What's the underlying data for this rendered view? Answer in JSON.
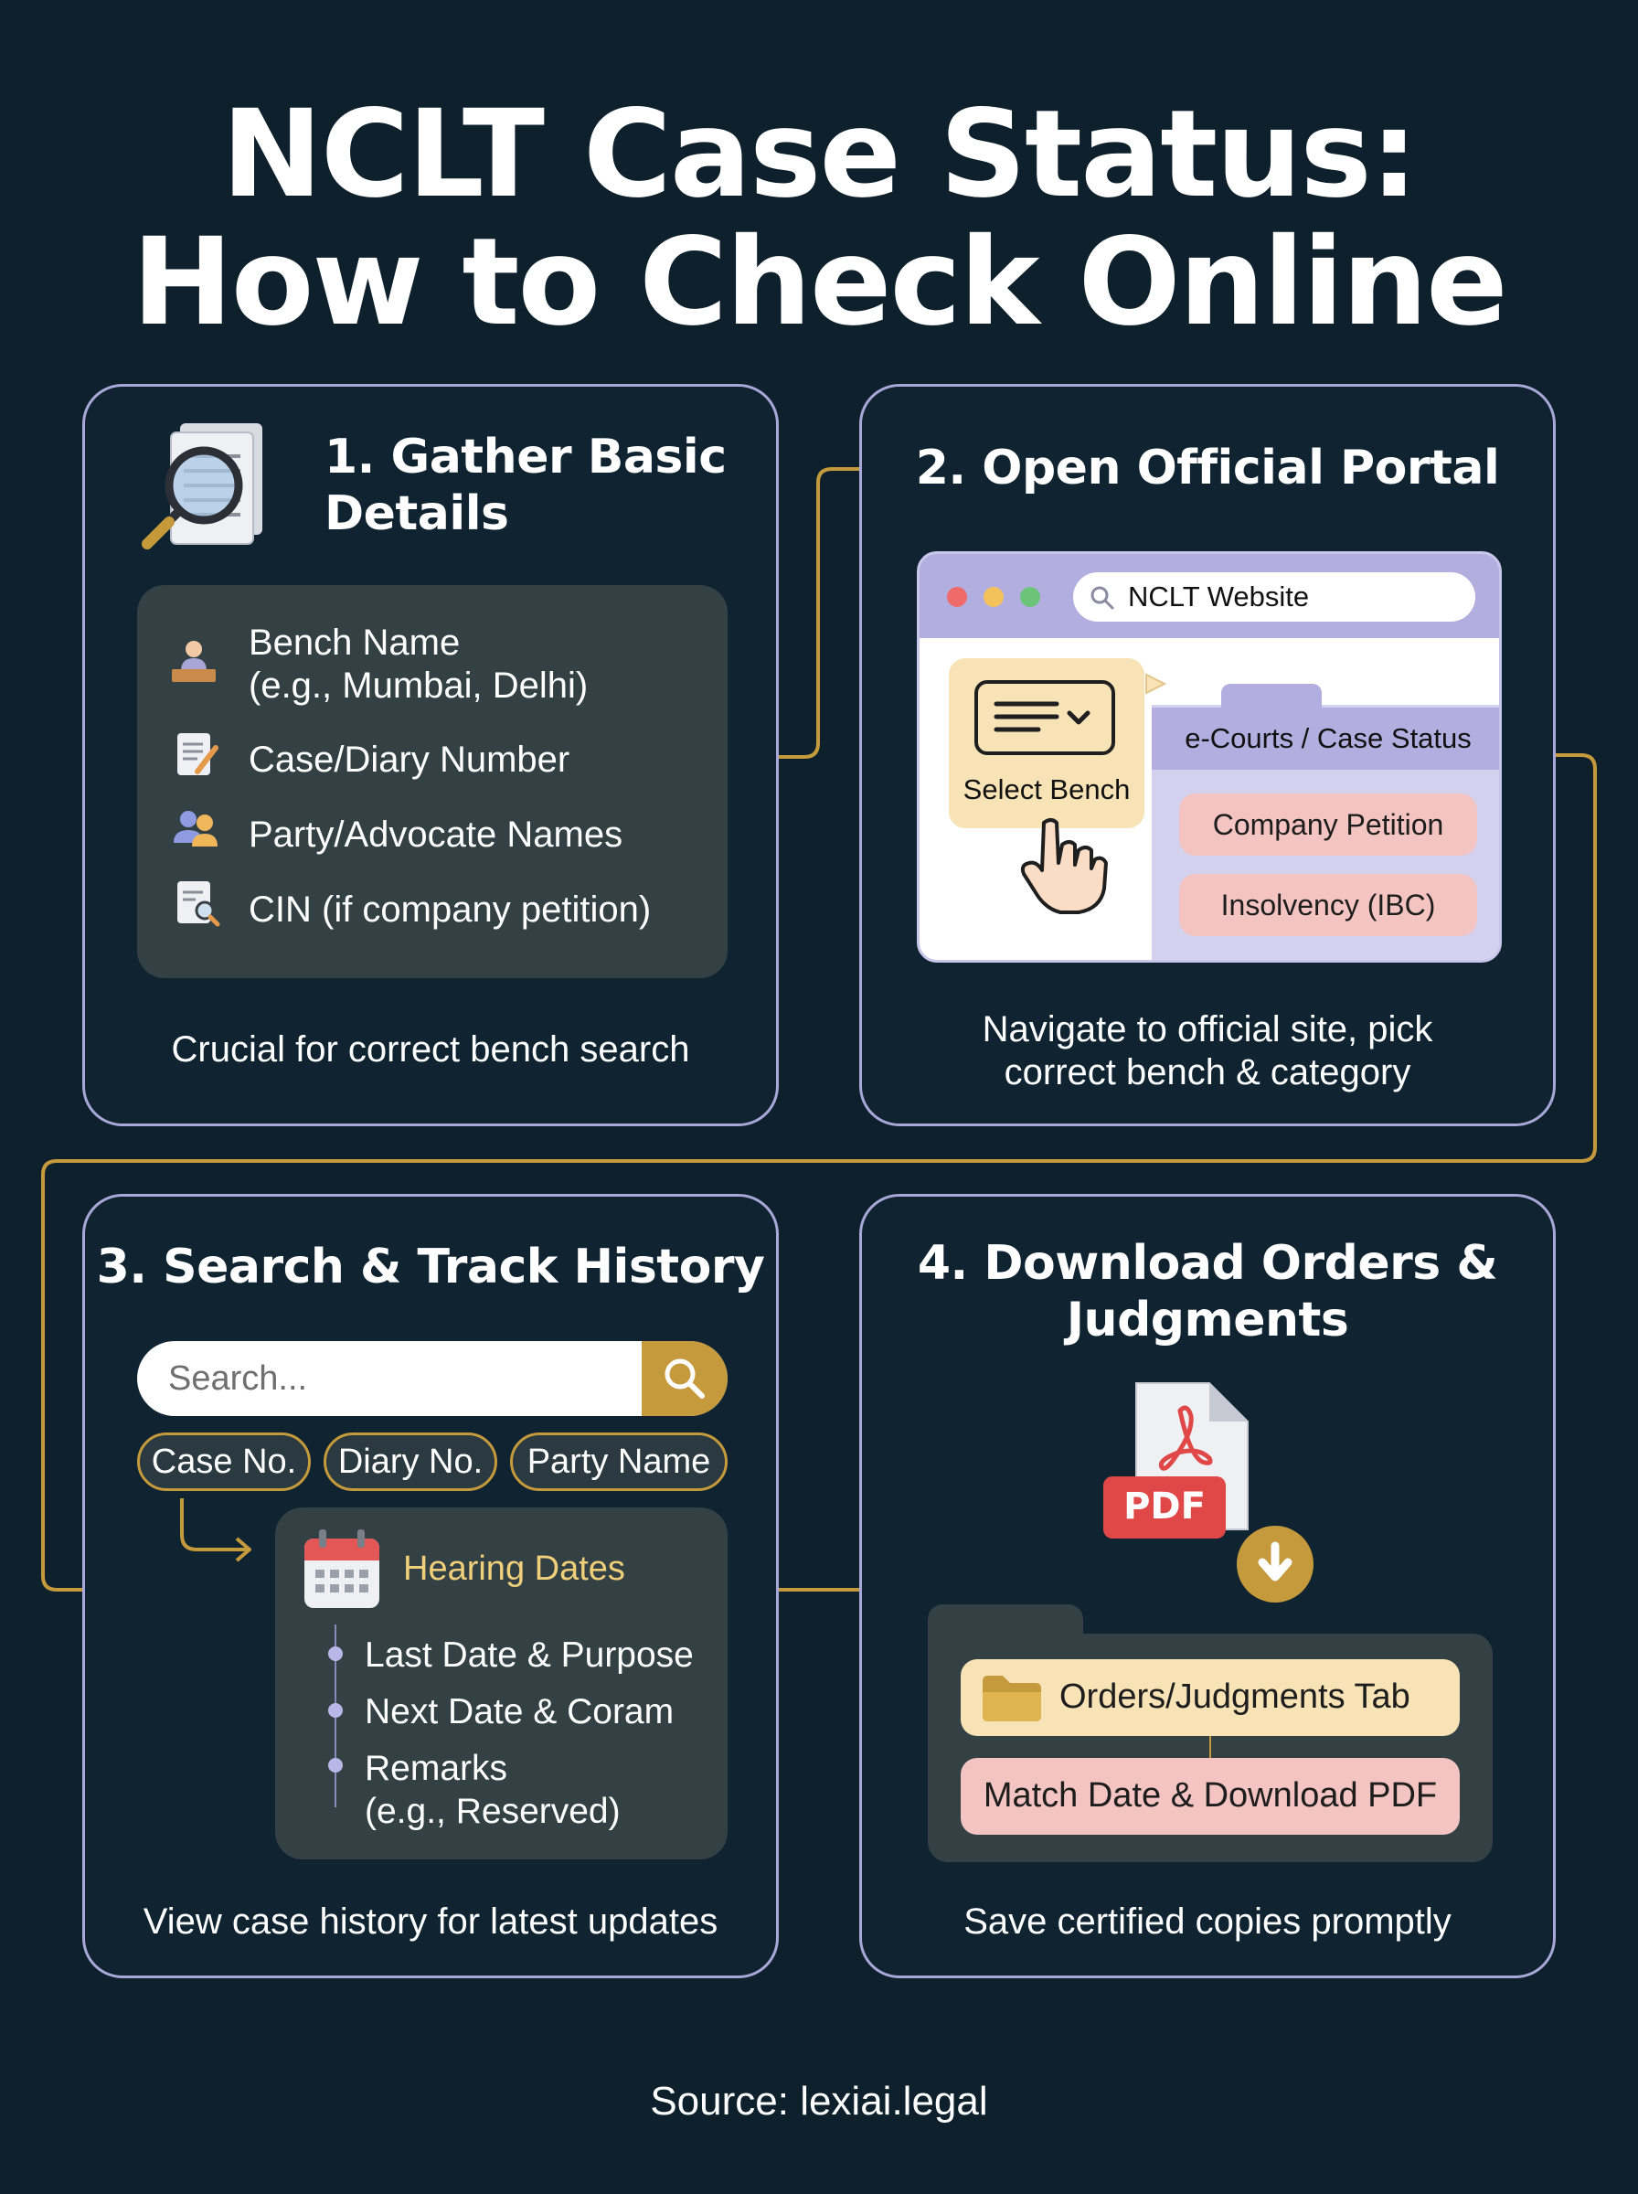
{
  "title": {
    "line1": "NCLT Case Status:",
    "line2": "How to Check Online"
  },
  "steps": [
    {
      "title_l1": "1. Gather Basic",
      "title_l2": "Details",
      "items": [
        {
          "icon": "judge-bench-icon",
          "l1": "Bench Name",
          "l2": "(e.g., Mumbai, Delhi)"
        },
        {
          "icon": "document-pen-icon",
          "l1": "Case/Diary Number"
        },
        {
          "icon": "people-icon",
          "l1": "Party/Advocate Names"
        },
        {
          "icon": "document-search-icon",
          "l1": "CIN (if company petition)"
        }
      ],
      "caption": "Crucial for correct bench search"
    },
    {
      "title": "2. Open Official Portal",
      "browser": {
        "address": "NCLT Website",
        "select_label": "Select Bench",
        "folder_tab": "e-Courts / Case Status",
        "options": [
          "Company Petition",
          "Insolvency (IBC)"
        ]
      },
      "caption_l1": "Navigate to official site, pick",
      "caption_l2": "correct bench & category"
    },
    {
      "title": "3. Search & Track History",
      "search_placeholder": "Search...",
      "filters": [
        "Case No.",
        "Diary No.",
        "Party Name"
      ],
      "hearing": {
        "heading": "Hearing Dates",
        "items": [
          {
            "l1": "Last Date & Purpose"
          },
          {
            "l1": "Next Date & Coram"
          },
          {
            "l1": "Remarks",
            "l2": "(e.g., Reserved)"
          }
        ]
      },
      "caption": "View case history for latest updates"
    },
    {
      "title_l1": "4. Download Orders &",
      "title_l2": "Judgments",
      "pdf_label": "PDF",
      "tab_label": "Orders/Judgments Tab",
      "action_label": "Match Date & Download PDF",
      "caption": "Save certified copies promptly"
    }
  ],
  "source": "Source: lexiai.legal",
  "colors": {
    "background": "#0d202b",
    "card_border": "#a9a6d8",
    "connector_gold": "#c59a3c",
    "panel": "#334145",
    "hearing_gold": "#f0cf7a",
    "pink": "#f3c4c1",
    "cream": "#f7e3b5"
  }
}
